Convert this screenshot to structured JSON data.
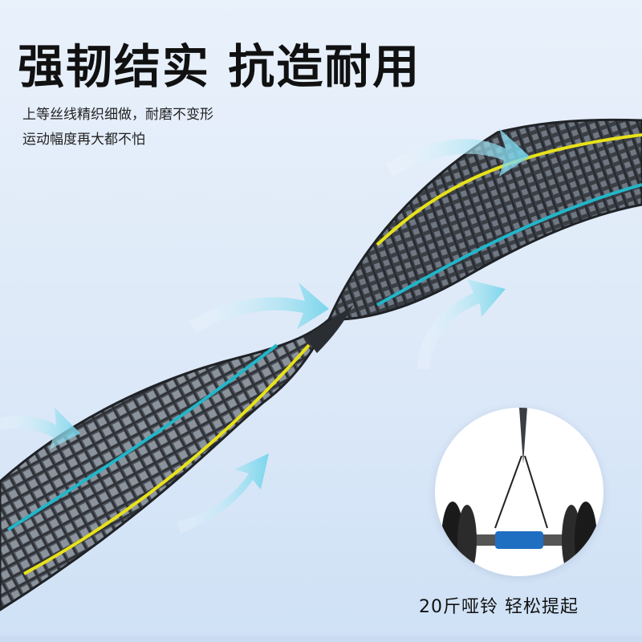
{
  "headline": "强韧结实 抗造耐用",
  "subtext": {
    "line1": "上等丝线精织细做，耐磨不变形",
    "line2": "运动幅度再大都不怕"
  },
  "caption": "20斤哑铃 轻松提起",
  "colors": {
    "strap_dark": "#3d4148",
    "strap_light": "#9aa3ad",
    "stripe_cyan": "#22b6c9",
    "stripe_yellow": "#e8e21a",
    "arrow": "#7fd9ec",
    "background": "#e3eefa"
  },
  "icons": [
    "airflow-arrow-icon",
    "dumbbell-image"
  ]
}
